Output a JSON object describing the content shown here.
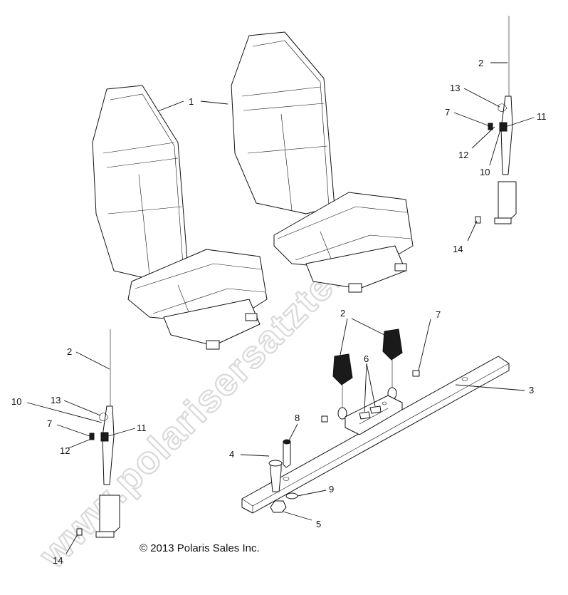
{
  "watermark": "www.polarisersatzteile.de",
  "copyright": "© 2013 Polaris Sales Inc.",
  "callouts": {
    "seat": "1",
    "belt": "2",
    "bar": "3",
    "bolt": "4",
    "nut_large": "5",
    "screw_pair": "6",
    "nut_small": "7",
    "bolt_small": "8",
    "washer": "9",
    "spacer": "10",
    "bushing": "11",
    "washer_small": "12",
    "clip": "13",
    "end_cap": "14"
  }
}
